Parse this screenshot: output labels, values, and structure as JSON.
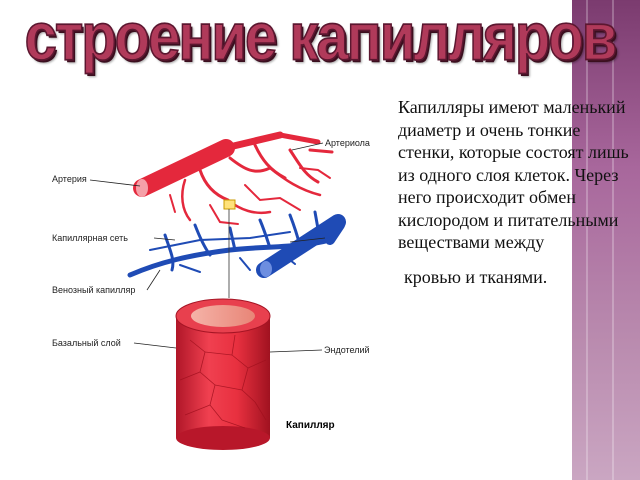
{
  "slide": {
    "title": "строение капилляров",
    "paragraph": "Капилляры имеют маленький диаметр и очень тонкие стенки, которые состоят лишь из одного слоя клеток. Через него происходит обмен кислородом и питательными веществами между",
    "paragraph_end": "кровью и тканями."
  },
  "diagram": {
    "labels": {
      "arteriole": "Артериола",
      "artery": "Артерия",
      "capillary_network": "Капиллярная сеть",
      "venous_capillary": "Венозный капилляр",
      "basal_layer": "Базальный слой",
      "endothelium": "Эндотелий",
      "capillary": "Капилляр"
    }
  },
  "colors": {
    "title": "#b03a5a",
    "artery": "#e4283c",
    "vein": "#1f4bb5",
    "sidebar": "#a8679c"
  }
}
